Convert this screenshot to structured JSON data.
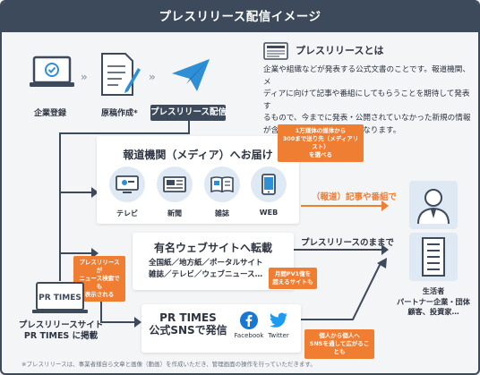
{
  "header": {
    "title": "プレスリリース配信イメージ"
  },
  "steps": [
    {
      "label": "企業登録",
      "icon": "laptop-check-icon"
    },
    {
      "label": "原稿作成*",
      "icon": "document-pen-icon"
    },
    {
      "label": "プレスリリース配信",
      "icon": "paper-plane-icon"
    }
  ],
  "definition": {
    "icon_text": "PRESS RELEASE",
    "title": "プレスリリースとは",
    "lines": [
      "企業や組織などが発表する公式文書のことです。報道機関、メ",
      "ディアに向けて記事や番組にしてもらうことを期待して発表す",
      "るもので、今までに発表・公開されていなかった新規の情報",
      "が含まれていることが前提となります。"
    ]
  },
  "media_card": {
    "title": "報道機関（メディア）へお届け",
    "items": [
      {
        "label": "テレビ",
        "icon": "tv-icon"
      },
      {
        "label": "新聞",
        "icon": "newspaper-icon"
      },
      {
        "label": "雑誌",
        "icon": "magazine-icon"
      },
      {
        "label": "WEB",
        "icon": "smartphone-icon"
      }
    ],
    "note": [
      "1万媒体の媒体から",
      "300まで送り先（メディアリスト）",
      "を選べる"
    ]
  },
  "arrow_labels": {
    "media": "（報道）記事や番組で",
    "web": "プレスリリースのままで",
    "sns": [
      "個人から個人へ",
      "SNSを通して広がることも"
    ]
  },
  "web_card": {
    "title": "有名ウェブサイトへ転載",
    "lines": [
      "全国紙／地方紙／ポータルサイト",
      "雑誌／テレビ／ウェブニュース…"
    ],
    "note": [
      "月間PV1億を",
      "超えるサイトも"
    ]
  },
  "site": {
    "logo": "PR TIMES",
    "label": [
      "プレスリリースサイト",
      "PR TIMES に掲載"
    ],
    "note": [
      "プレスリリースが",
      "ニュース検索でも",
      "表示される"
    ]
  },
  "sns_card": {
    "title": [
      "PR TIMES",
      "公式SNSで発信"
    ],
    "facebook": "Facebook",
    "twitter": "Twitter"
  },
  "audience": {
    "lines": [
      "生活者",
      "パートナー企業・団体",
      "顧客、投資家…"
    ]
  },
  "footnote": "※プレスリリースは、事業者様自ら文章と画像（動画）を作成いただき、管理画面の操作を行っていただきます。",
  "colors": {
    "navy": "#3c4a5c",
    "orange": "#ef7d32",
    "blue": "#2f8fd6",
    "light_blue": "#dfe9f3"
  }
}
